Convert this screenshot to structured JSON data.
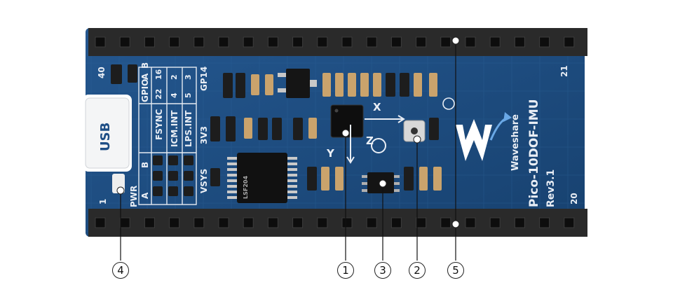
{
  "board": {
    "brand": "Waveshare",
    "model": "Pico-10DOF-IMU",
    "revision": "Rev3.1",
    "usb_label": "USB",
    "pwr_label": "PWR",
    "pin_numbers": {
      "p40": "40",
      "p1": "1",
      "p21": "21",
      "p20": "20"
    },
    "axis_labels": {
      "x": "X",
      "y": "Y",
      "z": "Z"
    },
    "table": {
      "header": [
        "GPIO",
        "A",
        "B"
      ],
      "rows": [
        {
          "name": "FSYNC",
          "a": "22",
          "b": "16"
        },
        {
          "name": "ICM.INT",
          "a": "4",
          "b": "2"
        },
        {
          "name": "LPS.INT",
          "a": "5",
          "b": "3"
        }
      ],
      "col_a": "A",
      "col_b": "B"
    },
    "power_labels": {
      "gp14": "GP14",
      "v3v3": "3V3",
      "vsys": "VSYS"
    },
    "ic_marking": "LSF204",
    "colors": {
      "pcb": "#1f4f86",
      "header": "#2b2b2b",
      "silk": "#e9eef5"
    }
  },
  "callouts": [
    {
      "id": "1",
      "symbol": "①"
    },
    {
      "id": "2",
      "symbol": "②"
    },
    {
      "id": "3",
      "symbol": "③"
    },
    {
      "id": "4",
      "symbol": "④"
    },
    {
      "id": "5",
      "symbol": "⑤"
    }
  ]
}
